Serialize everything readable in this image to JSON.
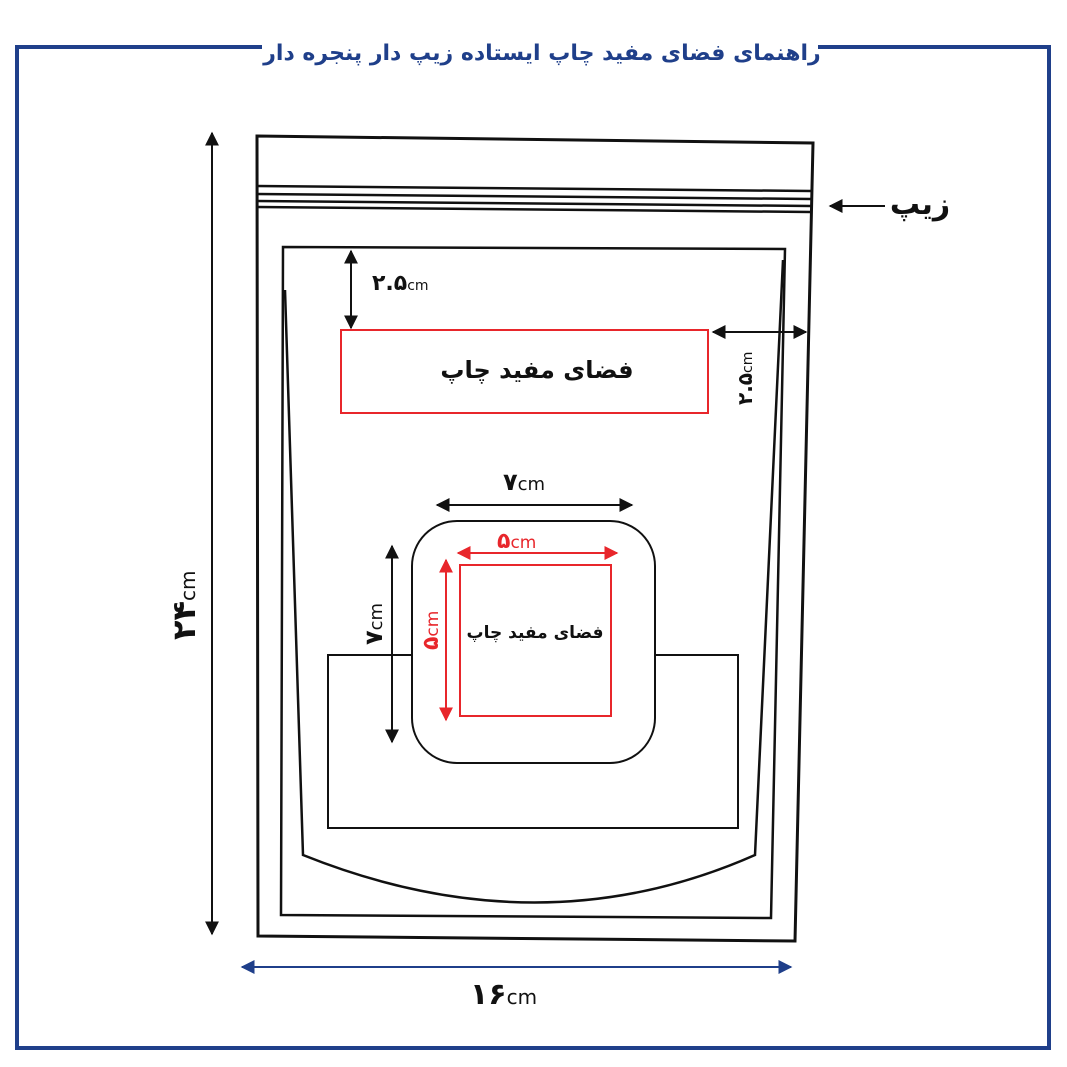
{
  "title": "راهنمای فضای مفید چاپ  ایستاده  زیپ دار پنجره دار",
  "labels": {
    "zip": "زیپ",
    "top_margin_value": "۲.۵",
    "side_margin_value": "۲.۵",
    "print_area_main": "فضای مفید چاپ",
    "window_width_value": "۷",
    "window_height_value": "۷",
    "inner_width_value": "۵",
    "inner_height_value": "۵",
    "print_area_window": "فضای مفید چاپ",
    "height_value": "۲۴",
    "width_value": "۱۶",
    "unit": "cm"
  },
  "colors": {
    "frame": "#1f3f8a",
    "print_area": "#e8262b",
    "outline": "#111111"
  }
}
